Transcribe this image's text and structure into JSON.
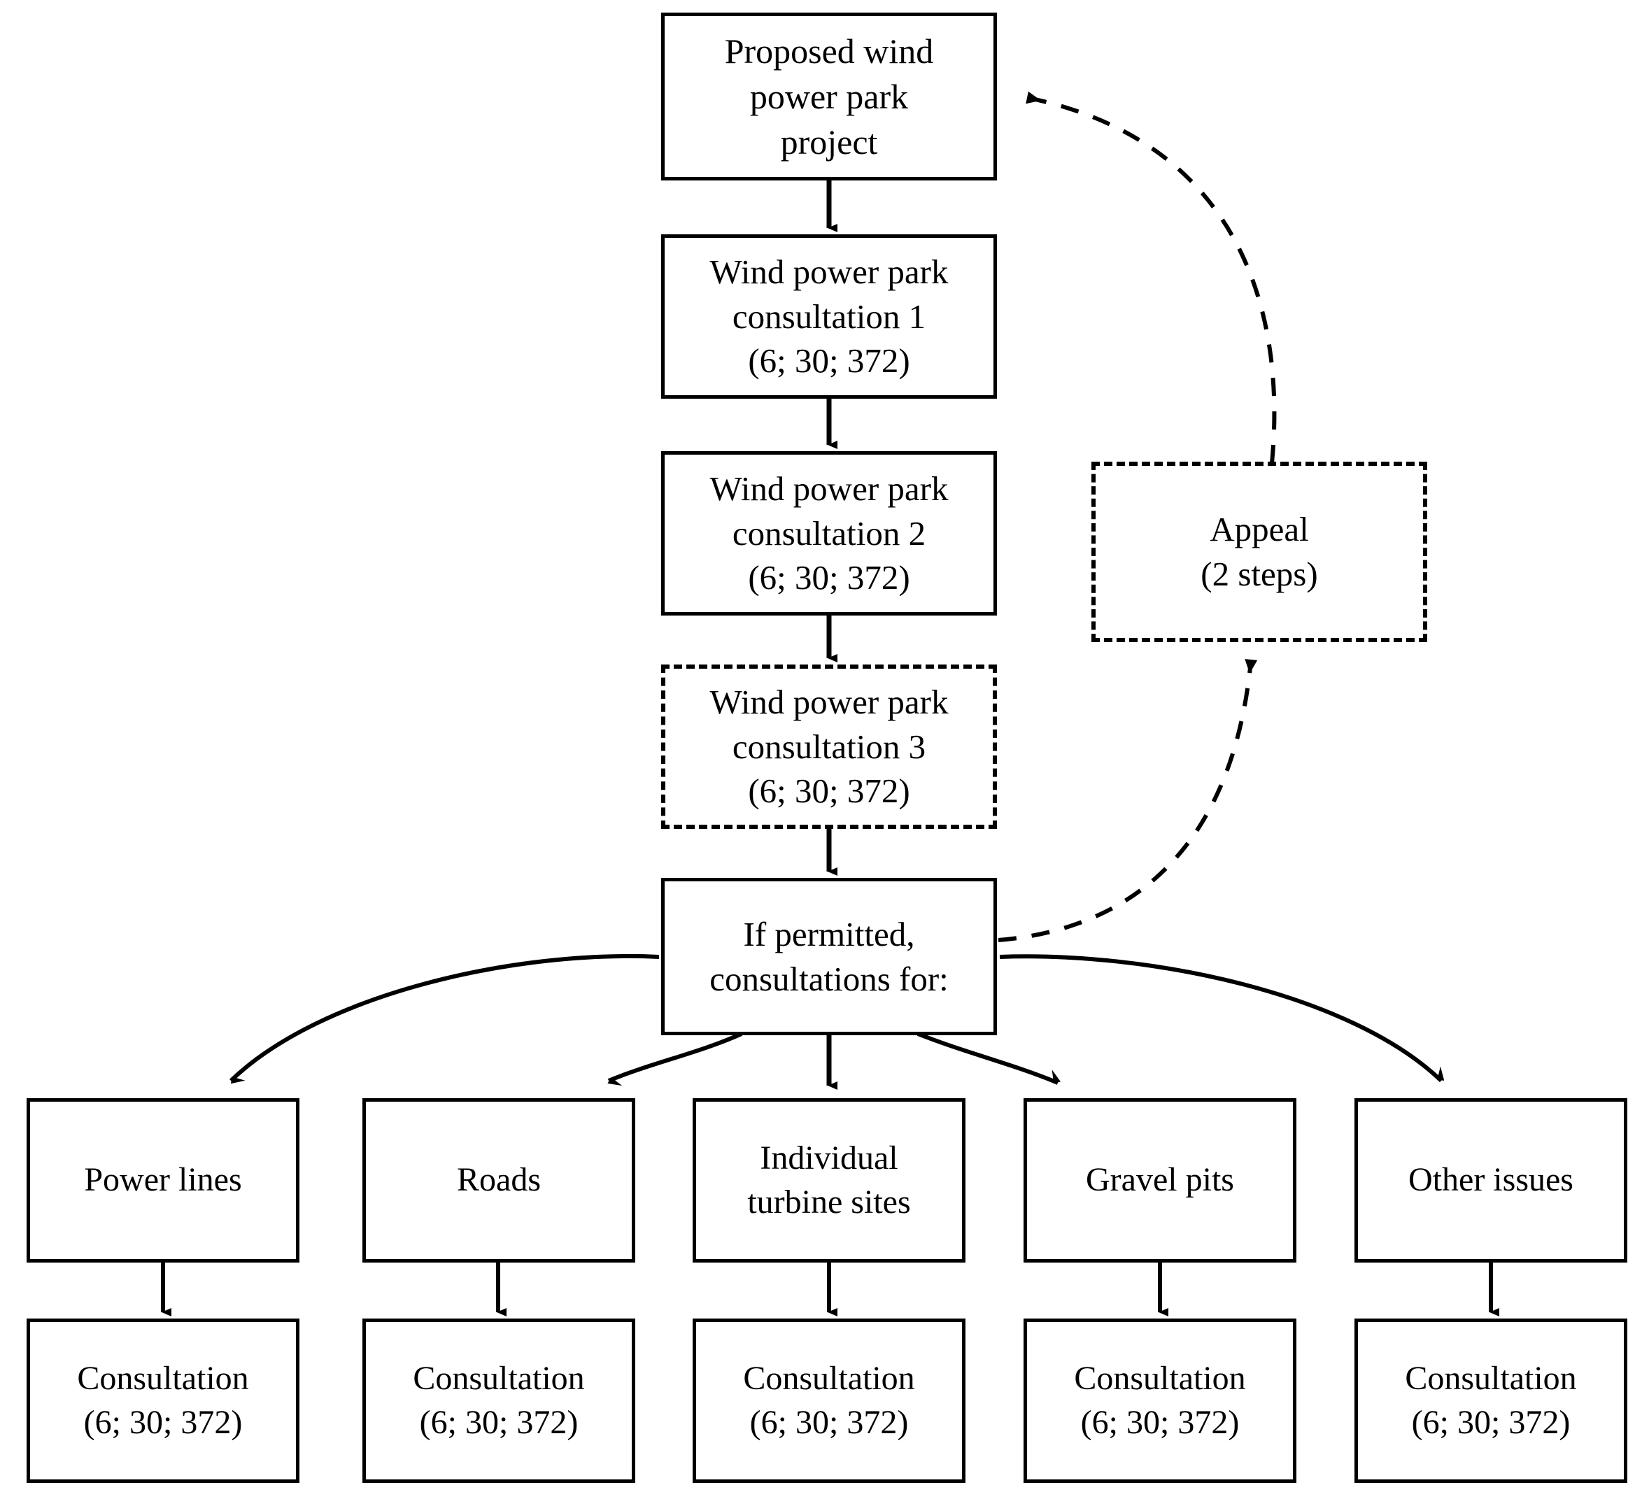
{
  "diagram": {
    "title": "Wind power park consultation process flowchart",
    "colors": {
      "stroke": "#000000",
      "background": "#ffffff"
    },
    "nodes": {
      "proposal": {
        "name": "proposed-wind-power-park-project",
        "border": "solid",
        "lines": [
          "Proposed wind",
          "power park",
          "project"
        ]
      },
      "consultation1": {
        "name": "wind-power-park-consultation-1",
        "border": "solid",
        "lines": [
          "Wind power park",
          "consultation 1",
          "(6; 30; 372)"
        ]
      },
      "consultation2": {
        "name": "wind-power-park-consultation-2",
        "border": "solid",
        "lines": [
          "Wind power park",
          "consultation 2",
          "(6; 30; 372)"
        ]
      },
      "consultation3": {
        "name": "wind-power-park-consultation-3",
        "border": "dashed",
        "lines": [
          "Wind power park",
          "consultation 3",
          "(6; 30; 372)"
        ]
      },
      "permitted": {
        "name": "if-permitted-consultations-for",
        "border": "solid",
        "lines": [
          "If permitted,",
          "consultations for:"
        ]
      },
      "appeal": {
        "name": "appeal",
        "border": "dashed",
        "lines": [
          "Appeal",
          "(2 steps)"
        ]
      }
    },
    "branches": [
      {
        "key": "power-lines",
        "category": {
          "lines": [
            "Power lines"
          ]
        },
        "consultation": {
          "lines": [
            "Consultation",
            "(6; 30; 372)"
          ]
        }
      },
      {
        "key": "roads",
        "category": {
          "lines": [
            "Roads"
          ]
        },
        "consultation": {
          "lines": [
            "Consultation",
            "(6; 30; 372)"
          ]
        }
      },
      {
        "key": "individual-turbine-sites",
        "category": {
          "lines": [
            "Individual",
            "turbine sites"
          ]
        },
        "consultation": {
          "lines": [
            "Consultation",
            "(6; 30; 372)"
          ]
        }
      },
      {
        "key": "gravel-pits",
        "category": {
          "lines": [
            "Gravel pits"
          ]
        },
        "consultation": {
          "lines": [
            "Consultation",
            "(6; 30; 372)"
          ]
        }
      },
      {
        "key": "other-issues",
        "category": {
          "lines": [
            "Other issues"
          ]
        },
        "consultation": {
          "lines": [
            "Consultation",
            "(6; 30; 372)"
          ]
        }
      }
    ],
    "edges": [
      {
        "name": "edge-proposal-to-consultation1",
        "style": "solid",
        "direction": "down"
      },
      {
        "name": "edge-consultation1-to-consultation2",
        "style": "solid",
        "direction": "down"
      },
      {
        "name": "edge-consultation2-to-consultation3",
        "style": "solid",
        "direction": "down"
      },
      {
        "name": "edge-consultation3-to-permitted",
        "style": "solid",
        "direction": "down"
      },
      {
        "name": "edge-permitted-to-appeal",
        "style": "dashed",
        "direction": "curve-up-right"
      },
      {
        "name": "edge-appeal-to-proposal",
        "style": "dashed",
        "direction": "curve-up-left"
      },
      {
        "name": "edge-permitted-to-power-lines",
        "style": "solid",
        "direction": "curve-down-left"
      },
      {
        "name": "edge-permitted-to-roads",
        "style": "solid",
        "direction": "down-left"
      },
      {
        "name": "edge-permitted-to-individual-turbine-sites",
        "style": "solid",
        "direction": "down"
      },
      {
        "name": "edge-permitted-to-gravel-pits",
        "style": "solid",
        "direction": "down-right"
      },
      {
        "name": "edge-permitted-to-other-issues",
        "style": "solid",
        "direction": "curve-down-right"
      },
      {
        "name": "edge-power-lines-to-consultation",
        "style": "solid",
        "direction": "down"
      },
      {
        "name": "edge-roads-to-consultation",
        "style": "solid",
        "direction": "down"
      },
      {
        "name": "edge-individual-turbine-sites-to-consultation",
        "style": "solid",
        "direction": "down"
      },
      {
        "name": "edge-gravel-pits-to-consultation",
        "style": "solid",
        "direction": "down"
      },
      {
        "name": "edge-other-issues-to-consultation",
        "style": "solid",
        "direction": "down"
      }
    ]
  }
}
